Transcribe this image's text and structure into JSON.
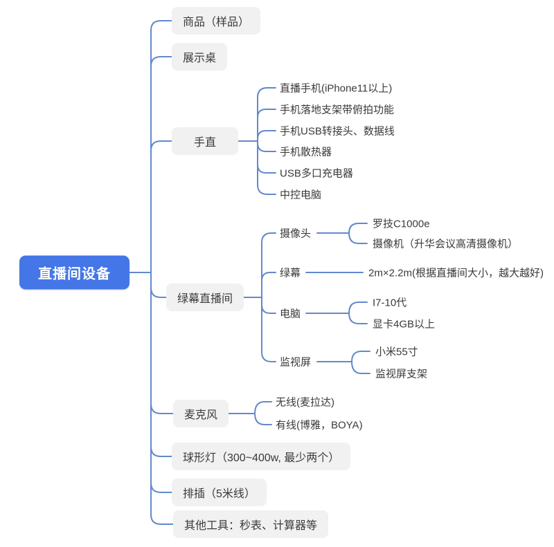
{
  "root": {
    "label": "直播间设备"
  },
  "branches": [
    {
      "label": "商品（样品）"
    },
    {
      "label": "展示桌"
    },
    {
      "label": "手直",
      "children": [
        "直播手机(iPhone11以上)",
        "手机落地支架带俯拍功能",
        "手机USB转接头、数据线",
        "手机散热器",
        "USB多口充电器",
        "中控电脑"
      ]
    },
    {
      "label": "绿幕直播间",
      "children": [
        {
          "label": "摄像头",
          "children": [
            "罗技C1000e",
            "摄像机（升华会议高清摄像机）"
          ]
        },
        {
          "label": "绿幕",
          "children": [
            "2m×2.2m(根据直播间大小，越大越好)"
          ]
        },
        {
          "label": "电脑",
          "children": [
            "I7-10代",
            "显卡4GB以上"
          ]
        },
        {
          "label": "监视屏",
          "children": [
            "小米55寸",
            "监视屏支架"
          ]
        }
      ]
    },
    {
      "label": "麦克风",
      "children": [
        "无线(麦拉达)",
        "有线(博雅，BOYA)"
      ]
    },
    {
      "label": "球形灯（300~400w, 最少两个）"
    },
    {
      "label": "排插（5米线）"
    },
    {
      "label": "其他工具：秒表、计算器等"
    }
  ],
  "colors": {
    "root_bg": "#4476e8",
    "root_text": "#ffffff",
    "line": "#6189cc",
    "node_bg": "#f1f1f1",
    "text": "#3a3a3a"
  }
}
